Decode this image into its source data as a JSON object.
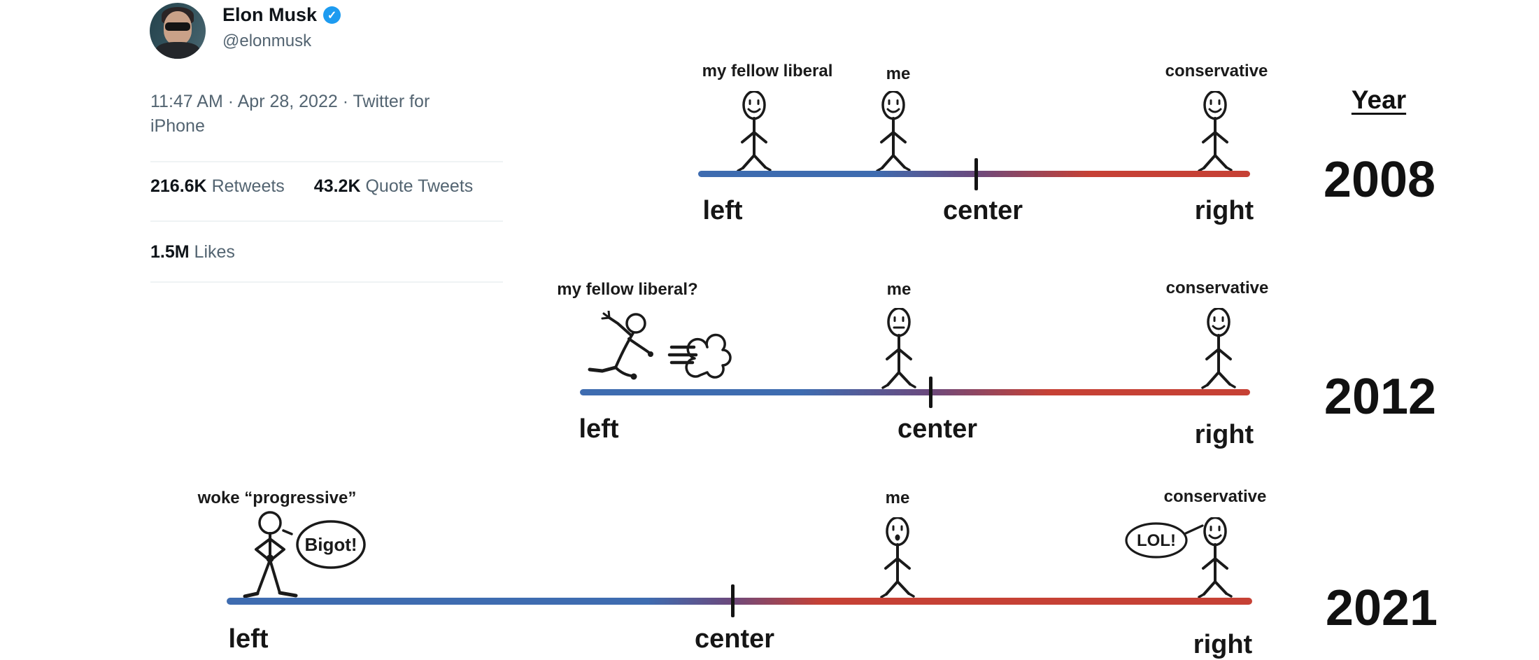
{
  "tweet": {
    "author_name": "Elon Musk",
    "author_handle": "@elonmusk",
    "timestamp": "11:47 AM · Apr 28, 2022 · Twitter for iPhone",
    "stats": {
      "retweets_count": "216.6K",
      "retweets_label": "Retweets",
      "quotes_count": "43.2K",
      "quotes_label": "Quote Tweets",
      "likes_count": "1.5M",
      "likes_label": "Likes"
    },
    "colors": {
      "verified_blue": "#1d9bf0",
      "text_primary": "#0f1419",
      "text_secondary": "#536471",
      "divider": "#eff3f4"
    }
  },
  "meme": {
    "year_header": "Year",
    "colors": {
      "spectrum_left_blue": "#3e6cb0",
      "spectrum_mid_purple": "#6b4a7e",
      "spectrum_right_red": "#c64135",
      "ink": "#1a1a1a"
    },
    "rows": [
      {
        "year": "2008",
        "liberal_caption": "my fellow liberal",
        "me_caption": "me",
        "conservative_caption": "conservative",
        "left_label": "left",
        "center_label": "center",
        "right_label": "right"
      },
      {
        "year": "2012",
        "liberal_caption": "my fellow liberal?",
        "me_caption": "me",
        "conservative_caption": "conservative",
        "left_label": "left",
        "center_label": "center",
        "right_label": "right"
      },
      {
        "year": "2021",
        "liberal_caption": "woke “progressive”",
        "me_caption": "me",
        "conservative_caption": "conservative",
        "left_label": "left",
        "center_label": "center",
        "right_label": "right",
        "left_bubble": "Bigot!",
        "right_bubble": "LOL!"
      }
    ]
  }
}
